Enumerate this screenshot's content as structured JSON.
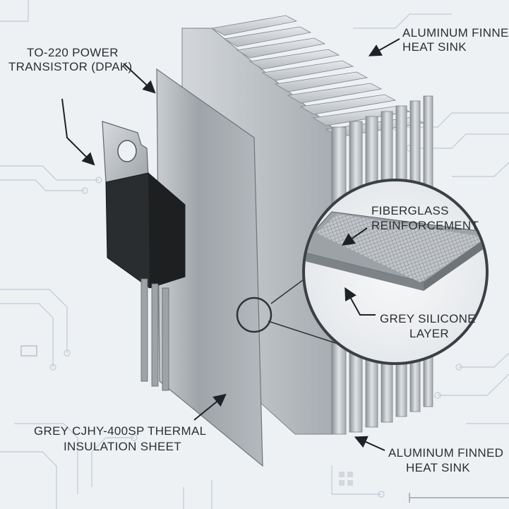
{
  "labels": {
    "transistor_line1": "TO-220 POWER",
    "transistor_line2": "TRANSISTOR (DPAK)",
    "heatsink_top_line1": "ALUMINUM FINNED",
    "heatsink_top_line2": "HEAT SINK",
    "fiberglass_line1": "FIBERGLASS",
    "fiberglass_line2": "REINFORCEMENT",
    "silicone_line1": "GREY SILICONE",
    "silicone_line2": "LAYER",
    "sheet_line1": "GREY CJHY-400SP THERMAL",
    "sheet_line2": "INSULATION SHEET",
    "heatsink_bottom_line1": "ALUMINUM FINNED",
    "heatsink_bottom_line2": "HEAT SINK"
  },
  "colors": {
    "background": "#eef1f4",
    "sheet": "#a9aeb3",
    "heatsink": "#bfc4c9",
    "transistor_body": "#2a2d30",
    "transistor_tab": "#b9bec3",
    "trace": "#c6cfd8",
    "text": "#2b2f33"
  }
}
